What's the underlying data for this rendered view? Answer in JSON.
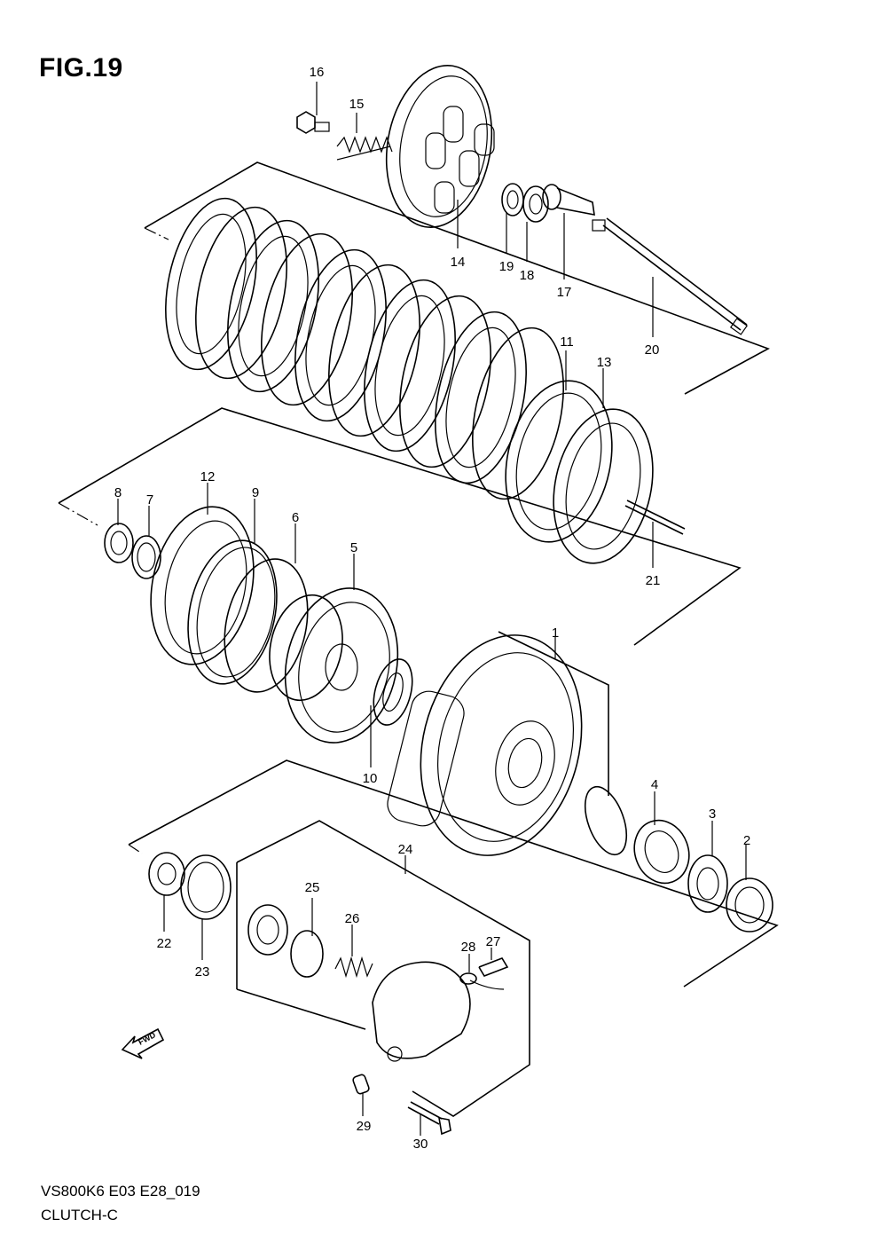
{
  "figure": {
    "title": "FIG.19",
    "model_code": "VS800K6 E03 E28_019",
    "name": "CLUTCH-C",
    "direction_label": "FWD"
  },
  "callouts": [
    "1",
    "2",
    "3",
    "4",
    "5",
    "6",
    "7",
    "8",
    "9",
    "10",
    "11",
    "12",
    "13",
    "14",
    "15",
    "16",
    "17",
    "18",
    "19",
    "20",
    "21",
    "22",
    "23",
    "24",
    "25",
    "26",
    "27",
    "28",
    "29",
    "30"
  ]
}
